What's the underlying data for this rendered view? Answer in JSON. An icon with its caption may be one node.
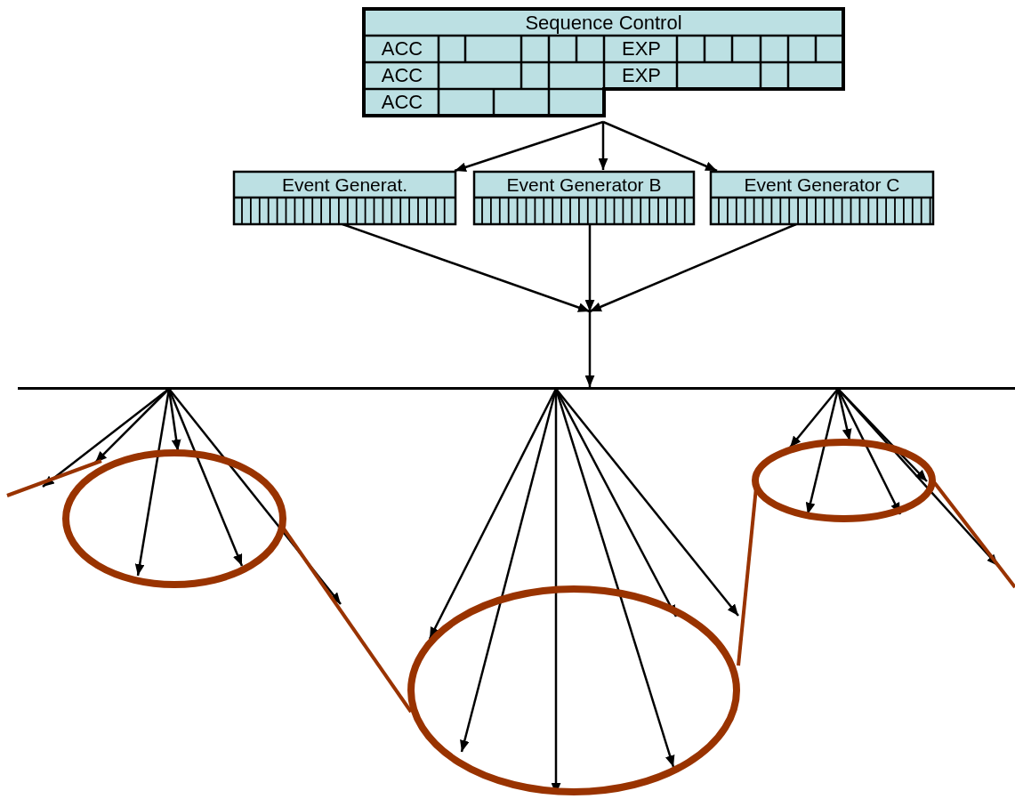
{
  "diagram": {
    "nodes": [
      {
        "text": [
          "Sequence Control"
        ]
      },
      {
        "text": [
          "ACC"
        ],
        "in": 0
      },
      {
        "text": [
          "EXP"
        ],
        "in": 0
      },
      {
        "text": [
          "ACC"
        ],
        "in": 0
      },
      {
        "text": [
          "EXP"
        ],
        "in": 0
      },
      {
        "text": [
          "ACC"
        ],
        "in": 0
      },
      {
        "text": [
          "Event Generat."
        ]
      },
      {
        "text": [
          "Event Generator B"
        ]
      },
      {
        "text": [
          "Event Generator C"
        ]
      },
      {
        "text": [],
        "shape": "bar"
      },
      {
        "text": [],
        "shape": "circle"
      },
      {
        "text": [],
        "shape": "circle"
      },
      {
        "text": [],
        "shape": "circle"
      }
    ],
    "edges": [
      {
        "from": 0,
        "to": 6,
        "arrow": "to"
      },
      {
        "from": 0,
        "to": 7,
        "arrow": "to"
      },
      {
        "from": 0,
        "to": 8,
        "arrow": "to"
      },
      {
        "from": 6,
        "to": 9,
        "arrow": "to"
      },
      {
        "from": 7,
        "to": 9,
        "arrow": "to"
      },
      {
        "from": 8,
        "to": 9,
        "arrow": "to"
      },
      {
        "from": 9,
        "to": null,
        "arrow": "to"
      },
      {
        "from": 9,
        "to": 10,
        "arrow": "to"
      },
      {
        "from": 9,
        "to": 10,
        "arrow": "to"
      },
      {
        "from": 9,
        "to": 10,
        "arrow": "to"
      },
      {
        "from": 9,
        "to": 10,
        "arrow": "to"
      },
      {
        "from": 9,
        "to": null,
        "arrow": "to"
      },
      {
        "from": 9,
        "to": 11,
        "arrow": "to"
      },
      {
        "from": 9,
        "to": 11,
        "arrow": "to"
      },
      {
        "from": 9,
        "to": 11,
        "arrow": "to"
      },
      {
        "from": 9,
        "to": 11,
        "arrow": "to"
      },
      {
        "from": 9,
        "to": 11,
        "arrow": "to"
      },
      {
        "from": 9,
        "to": null,
        "arrow": "to"
      },
      {
        "from": 9,
        "to": 12,
        "arrow": "to"
      },
      {
        "from": 9,
        "to": 12,
        "arrow": "to"
      },
      {
        "from": 9,
        "to": 12,
        "arrow": "to"
      },
      {
        "from": 9,
        "to": 12,
        "arrow": "to"
      },
      {
        "from": 9,
        "to": 12,
        "arrow": "to"
      },
      {
        "from": 9,
        "to": null,
        "arrow": "to"
      },
      {
        "from": null,
        "to": 10,
        "arrow": "none",
        "color": "#993300"
      },
      {
        "from": 10,
        "to": 11,
        "arrow": "none",
        "color": "#993300"
      },
      {
        "from": 11,
        "to": 12,
        "arrow": "none",
        "color": "#993300"
      },
      {
        "from": 12,
        "to": null,
        "arrow": "none",
        "color": "#993300"
      }
    ]
  }
}
